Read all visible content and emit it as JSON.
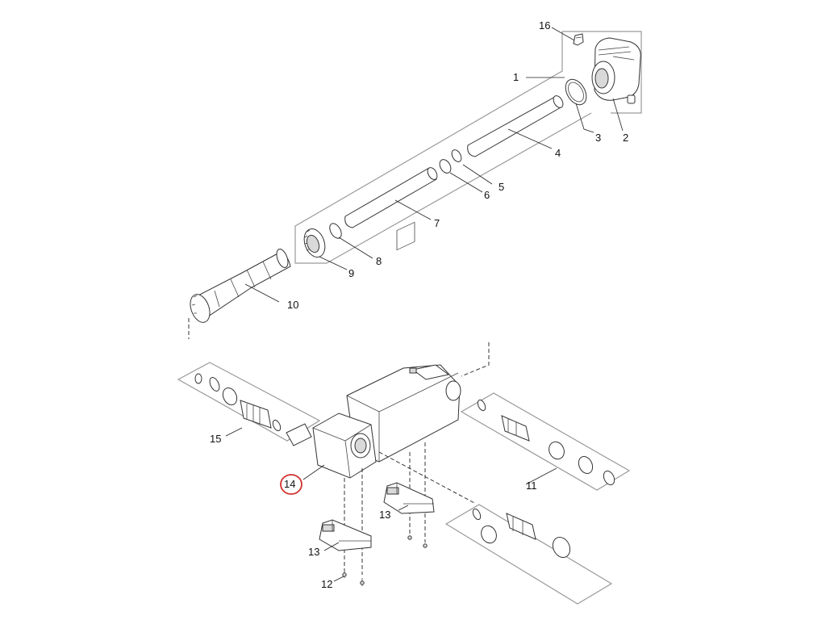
{
  "diagram": {
    "callouts": {
      "c1": "1",
      "c2": "2",
      "c3": "3",
      "c4": "4",
      "c5": "5",
      "c6": "6",
      "c7": "7",
      "c8": "8",
      "c9": "9",
      "c10": "10",
      "c11": "11",
      "c12": "12",
      "c13a": "13",
      "c13b": "13",
      "c14": "14",
      "c15": "15",
      "c16": "16"
    },
    "highlighted_callout": "14",
    "highlight_color": "#d0312d"
  }
}
